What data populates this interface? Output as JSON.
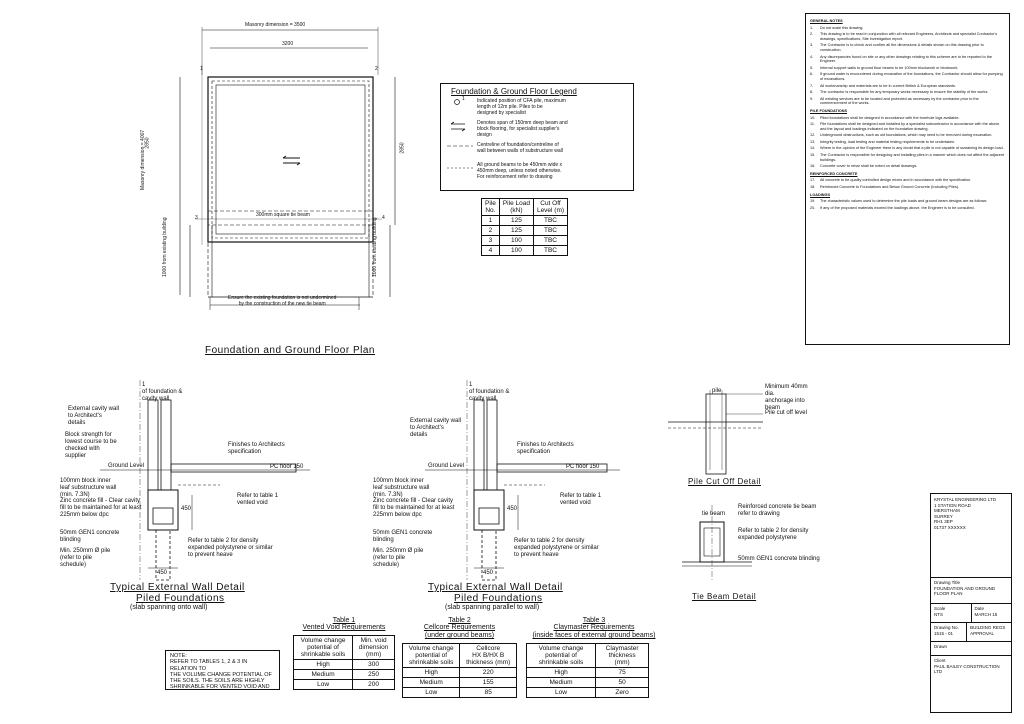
{
  "plan": {
    "title": "Foundation and Ground Floor Plan",
    "masonry_dim_top": "Masonry dimension = 3500",
    "inner_dim_top": "3200",
    "masonry_dim_side": "Masonry dimension = 4007",
    "side_dim": "2850",
    "side_dim_2": "2850",
    "tie_beam": "300mm square tie beam",
    "left_note": "1000 from existing building",
    "right_note": "1000 from existing building",
    "bottom_note": "Ensure the existing foundation is not undermined\nby the construction of the new tie beam",
    "markers": [
      "1",
      "2",
      "3",
      "4"
    ]
  },
  "legend": {
    "title": "Foundation & Ground Floor Legend",
    "items": [
      "Indicated position of CFA pile, maximum\nlength of 12m pile. Piles to be\ndesigned by specialist",
      "Denotes span of 150mm deep beam and\nblock flooring, for specialist supplier's\ndesign",
      "Centreline of foundation/centreline of\nwall between walls of substructure wall",
      "All ground beams to be 450mm wide x\n450mm deep, unless noted otherwise.\nFor reinforcement refer to drawing"
    ],
    "marker": "1"
  },
  "pile_table": {
    "headers": [
      "Pile\nNo.",
      "Pile Load\n(kN)",
      "Cut Off\nLevel (m)"
    ],
    "rows": [
      [
        "1",
        "125",
        "TBC"
      ],
      [
        "2",
        "125",
        "TBC"
      ],
      [
        "3",
        "100",
        "TBC"
      ],
      [
        "4",
        "100",
        "TBC"
      ]
    ]
  },
  "detail_left": {
    "title": "Typical External Wall Detail",
    "sub1": "Piled Foundations",
    "sub2": "(slab spanning onto wall)",
    "labels": {
      "top": "1\nof foundation &\ncavity wall",
      "cavity": "External cavity wall\nto Architect's\ndetails",
      "block": "Block strength for\nlowest course to be\nchecked with\nsupplier",
      "finishes": "Finishes to Architects\nspecification",
      "ground": "Ground Level",
      "pc": "PC floor 150",
      "inner": "100mm block inner\nleaf substructure wall\n(min. 7.3N)",
      "fill": "Zinc concrete fill - Clear cavity\nfill to be maintained for at least\n225mm below dpc",
      "refer": "Refer to table 1\nvented void",
      "gen1": "50mm GEN1 concrete\nblinding",
      "refer2": "Refer to table 2 for density\nexpanded polystyrene or similar\nto prevent heave",
      "pile": "Min. 250mm Ø pile\n(refer to pile\nschedule)",
      "d450a": "450",
      "d450b": "450"
    }
  },
  "detail_mid": {
    "title": "Typical External Wall Detail",
    "sub1": "Piled Foundations",
    "sub2": "(slab spanning parallel to wall)",
    "labels": {
      "top": "1\nof foundation &\ncavity wall",
      "cavity": "External cavity wall\nto Architect's\ndetails",
      "finishes": "Finishes to Architects\nspecification",
      "ground": "Ground Level",
      "pc": "PC floor 150",
      "inner": "100mm block inner\nleaf substructure wall\n(min. 7.3N)",
      "fill": "Zinc concrete fill - Clear cavity\nfill to be maintained for at least\n225mm below dpc",
      "refer": "Refer to table 1\nvented void",
      "gen1": "50mm GEN1 concrete\nblinding",
      "refer2": "Refer to table 2 for density\nexpanded polystyrene or similar\nto prevent heave",
      "pile": "Min. 250mm Ø pile\n(refer to pile\nschedule)",
      "d450a": "450",
      "d450b": "450"
    }
  },
  "pile_cutoff": {
    "title": "Pile Cut Off Detail",
    "l1": "Minimum 40mm dia.\nanchorage into beam",
    "l2": "Pile cut off level",
    "mark": "pile"
  },
  "tie_beam": {
    "title": "Tie Beam Detail",
    "l1": "Reinforced concrete tie beam\nrefer to drawing",
    "l2": "Refer to table 2 for density\nexpanded polystyrene",
    "l3": "50mm GEN1 concrete blinding",
    "mark": "tie beam"
  },
  "notes": {
    "heading": "GENERAL NOTES",
    "items": [
      [
        "1.",
        "Do not scale this drawing."
      ],
      [
        "2.",
        "This drawing is to be read in conjunction with all relevant Engineers, Architects and specialist Contractor's drawings, specifications, Site investigation report."
      ],
      [
        "3.",
        "The Contractor is to check and confirm all the dimensions & details shown on this drawing prior to construction."
      ],
      [
        "4.",
        "Any discrepancies found on site or any other drawings relating to this scheme are to be reported to the Engineer."
      ],
      [
        "5.",
        "Internal support walls to ground floor beams to be 100mm blockwork or blockwork."
      ],
      [
        "6.",
        "If ground water is encountered during excavation of the foundations, the Contractor should allow for pumping of excavations."
      ],
      [
        "7.",
        "All workmanship and materials are to be in current British & European standards."
      ],
      [
        "8.",
        "The contractor is responsible for any temporary works necessary to ensure the stability of the works."
      ],
      [
        "9.",
        "All existing services are to be located and protected as necessary by the contractor prior to the commencement of the works."
      ]
    ],
    "pile_heading": "PILE FOUNDATIONS",
    "pile_items": [
      [
        "10.",
        "Piled foundations shall be designed in accordance with the borehole logs available."
      ],
      [
        "11.",
        "Pile foundations shall be designed and installed by a specialist subcontractor in accordance with the above and the layout and loadings indicated on the foundation drawing."
      ],
      [
        "12.",
        "Underground obstructions, such as old foundations, which may need to be removed during excavation."
      ],
      [
        "13.",
        "Integrity testing, load testing and material testing requirements to be undertaken."
      ],
      [
        "14.",
        "Where in the opinion of the Engineer there is any doubt that a pile is not capable of sustaining its design load."
      ],
      [
        "15.",
        "The Contractor is responsible for designing and installing piles in a manner which does not affect the adjacent buildings."
      ],
      [
        "16.",
        "Concrete cover to rebar shall be noted on detail drawings."
      ]
    ],
    "rc_heading": "REINFORCED CONCRETE",
    "rc_items": [
      [
        "17.",
        "All concrete to be quality controlled design mixes and in accordance with the specification."
      ],
      [
        "18.",
        "Reinforced Concrete to Foundations and Below Ground Concrete (Including Piles)."
      ]
    ],
    "load_heading": "LOADINGS",
    "load_items": [
      [
        "19.",
        "The characteristic values used to determine the pile loads and ground beam designs are as follows:"
      ],
      [
        "20.",
        "If any of the proposed materials exceed the loadings above, the Engineer is to be consulted."
      ]
    ]
  },
  "title_block": {
    "company": "KRYSTAL ENGINEERING LTD\n1 STATION ROAD\nMERSTHAM\nSURREY\nRH1 3EP\n01737 XXXXXX",
    "drawing_title_label": "Drawing Title",
    "drawing_title": "FOUNDATION AND GROUND\nFLOOR PLAN",
    "scale_label": "Scale",
    "scale": "NTS",
    "date_label": "Date",
    "date": "MARCH 15",
    "drawing_no_label": "Drawing No.",
    "drawing_no": "1515 - 01",
    "status": "BUILDING REGS APPROVAL",
    "drawn_label": "Drawn",
    "client_label": "Client",
    "client": "PAUL BAILEY CONSTRUCTION LTD"
  },
  "table1": {
    "title": "Table 1",
    "subtitle": "Vented Void Requirements",
    "headers": [
      "Volume change\npotential of\nshrinkable soils",
      "Min. void\ndimension\n(mm)"
    ],
    "rows": [
      [
        "High",
        "300"
      ],
      [
        "Medium",
        "250"
      ],
      [
        "Low",
        "200"
      ]
    ]
  },
  "table2": {
    "title": "Table 2",
    "subtitle": "Cellcore Requirements\n(under ground beams)",
    "headers": [
      "Volume change\npotential of\nshrinkable soils",
      "Cellcore\nHX B/HX B\nthickness (mm)"
    ],
    "rows": [
      [
        "High",
        "220"
      ],
      [
        "Medium",
        "155"
      ],
      [
        "Low",
        "85"
      ]
    ]
  },
  "table3": {
    "title": "Table 3",
    "subtitle": "Claymaster Requirements\n(inside faces of external ground beams)",
    "headers": [
      "Volume change\npotential of\nshrinkable soils",
      "Claymaster\nthickness\n(mm)"
    ],
    "rows": [
      [
        "High",
        "75"
      ],
      [
        "Medium",
        "50"
      ],
      [
        "Low",
        "Zero"
      ]
    ]
  },
  "note_box": {
    "text": "NOTE:\nREFER TO TABLES 1, 2 & 3 IN RELATION TO\nTHE VOLUME CHANGE POTENTIAL OF\nTHE SOILS. THE SOILS ARE HIGHLY\nSHRINKABLE FOR VENTED VOID AND\nCELLCORE REQUIREMENTS"
  }
}
